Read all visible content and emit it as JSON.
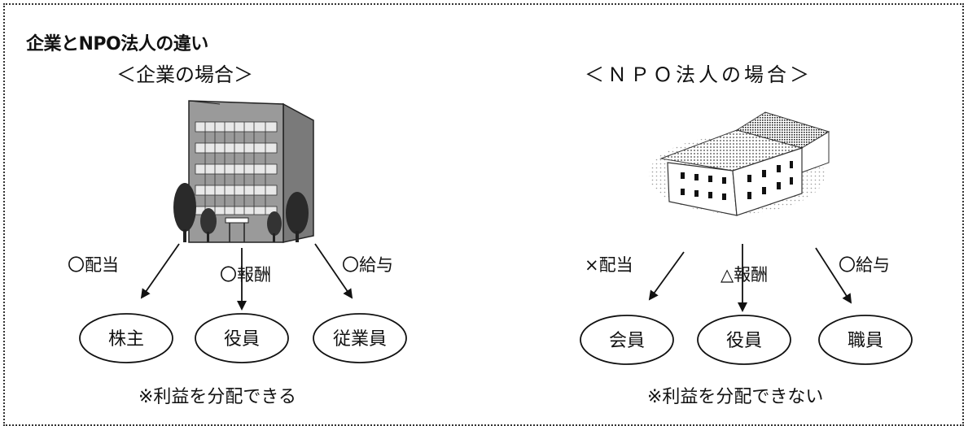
{
  "title": "企業とNPO法人の違い",
  "company": {
    "heading": "＜企業の場合＞",
    "flows": [
      {
        "label": "〇配当",
        "target": "株主"
      },
      {
        "label": "〇報酬",
        "target": "役員"
      },
      {
        "label": "〇給与",
        "target": "従業員"
      }
    ],
    "note": "※利益を分配できる"
  },
  "npo": {
    "heading": "＜ＮＰＯ法人の場合＞",
    "flows": [
      {
        "label": "×配当",
        "target": "会員"
      },
      {
        "label": "△報酬",
        "target": "役員"
      },
      {
        "label": "〇給与",
        "target": "職員"
      }
    ],
    "note": "※利益を分配できない"
  }
}
